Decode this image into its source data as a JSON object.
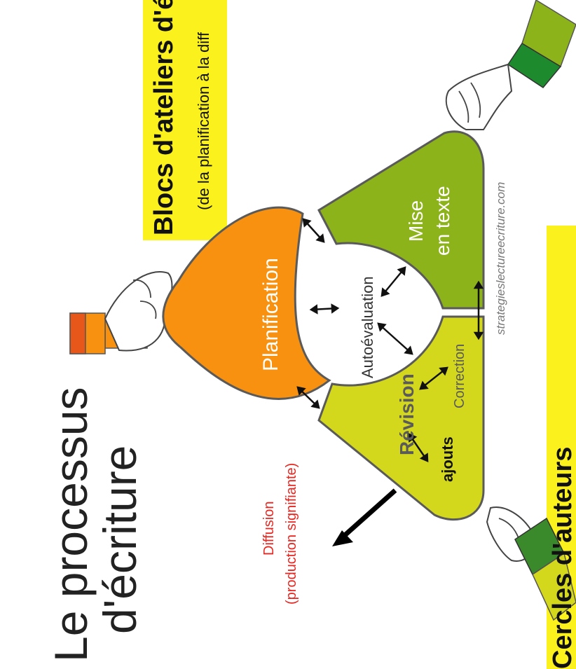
{
  "title": {
    "line1": "Le processus",
    "line2": "d'écriture"
  },
  "diffusion": {
    "line1": "Diffusion",
    "line2": "(production signifiante)"
  },
  "banner_top": {
    "title": "Blocs d'ateliers d'éc",
    "subtitle": "(de la planification à la diff"
  },
  "banner_bottom": {
    "title": "Cercles d'auteurs"
  },
  "segments": {
    "planification": "Planification",
    "mise_line1": "Mise",
    "mise_line2": "en texte",
    "revision": "Révision",
    "correction": "Correction",
    "ajouts": "ajouts"
  },
  "center": {
    "label": "Autoévaluation"
  },
  "credit": "strategieslectureecriture.com",
  "colors": {
    "planification": "#f7910f",
    "mise_en_texte": "#8cb31a",
    "revision": "#d4d81c",
    "banner": "#fbf11c",
    "diffusion_text": "#e8251f"
  }
}
